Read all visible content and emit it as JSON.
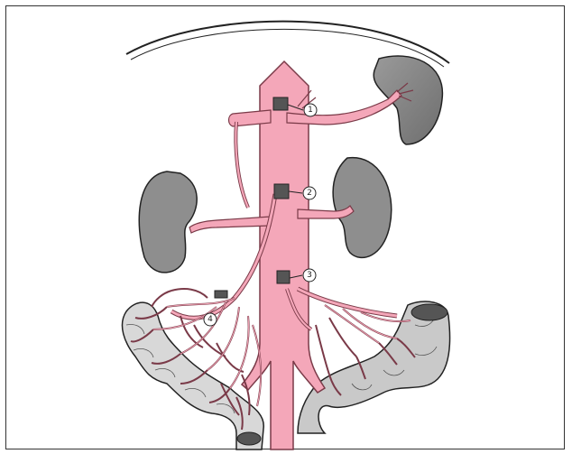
{
  "labels": [
    {
      "id": "1",
      "text": "1"
    },
    {
      "id": "2",
      "text": "2"
    },
    {
      "id": "3",
      "text": "3"
    },
    {
      "id": "4",
      "text": "4"
    }
  ],
  "colors": {
    "vessel": "#f4a7b9",
    "vessel_stroke": "#7a3a48",
    "organ": "#8e8e8e",
    "organ_dark": "#6f6f6f",
    "colon": "#d5d5d5",
    "clamp": "#555555",
    "outline": "#222222"
  }
}
